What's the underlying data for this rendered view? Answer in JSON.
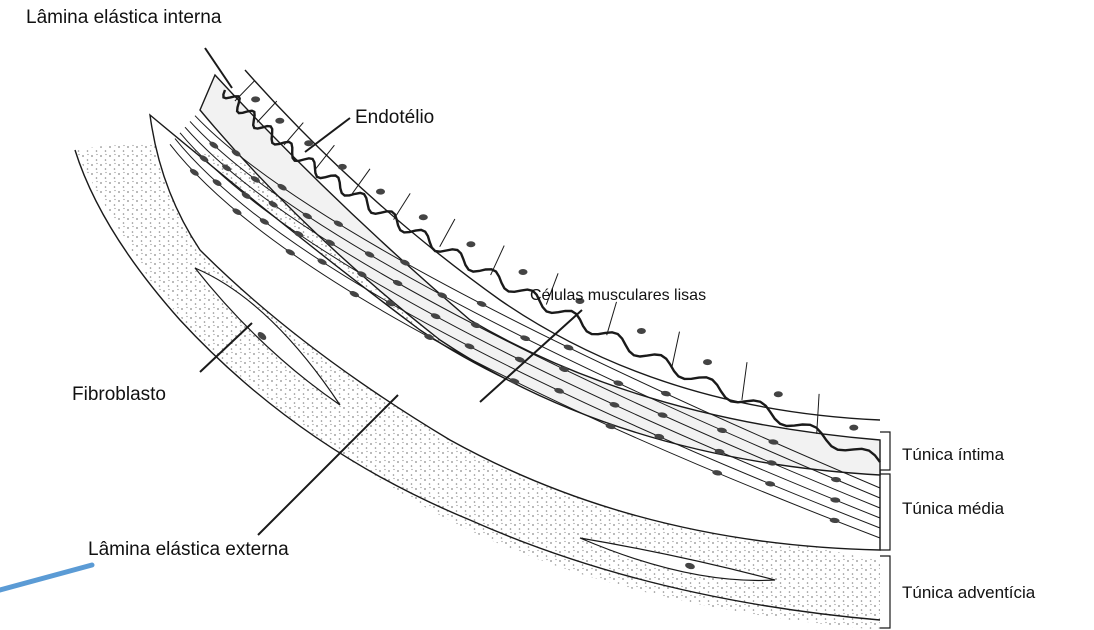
{
  "labels": {
    "internal_elastic_lamina": "Lâmina elástica interna",
    "endothelium": "Endotélio",
    "smooth_muscle_cells": "Células musculares lisas",
    "fibroblast": "Fibroblasto",
    "external_elastic_lamina": "Lâmina elástica externa",
    "tunica_intima": "Túnica íntima",
    "tunica_media": "Túnica média",
    "tunica_adventitia": "Túnica adventícia"
  },
  "colors": {
    "line": "#1a1a1a",
    "endothelium_fill": "#f2f2f2",
    "lamina_fill": "#d9d9d9",
    "muscle_fill": "#ffffff",
    "adventitia_dots": "#8a8a8a",
    "nucleus": "#444444",
    "blue_accent": "#5b9bd5"
  }
}
